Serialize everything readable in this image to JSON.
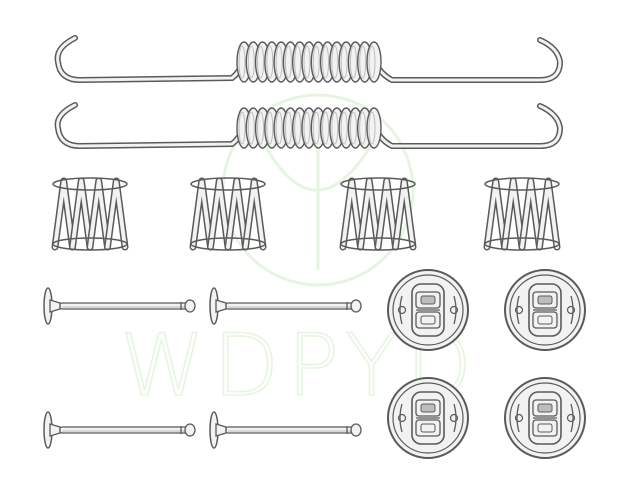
{
  "watermark": {
    "text": "WDPYD",
    "color": "#e2f3dc"
  },
  "colors": {
    "background": "#ffffff",
    "outline": "#5a5a5a",
    "part_fill": "#f2f2f2",
    "shade": "#bdbdbd"
  },
  "parts": {
    "return_springs": 2,
    "coil_springs": 4,
    "hold_down_pins": 4,
    "retainer_cups": 4
  },
  "icons": [
    "brake-return-spring-icon",
    "hold-down-coil-spring-icon",
    "hold-down-pin-icon",
    "spring-retainer-cup-icon"
  ]
}
